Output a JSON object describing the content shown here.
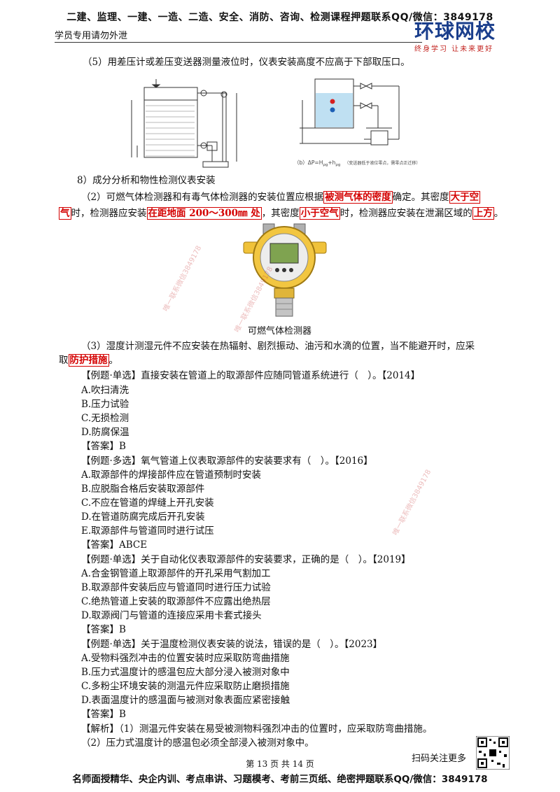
{
  "header": {
    "top_banner": "二建、监理、一建、一造、二造、安全、消防、咨询、检测课程押题联系QQ/微信：3849178",
    "left_note": "学员专用请勿外泄",
    "logo_main": "环球网校",
    "logo_sub": "终身学习  让未来更好"
  },
  "content": {
    "item5": "（5）用差压计或差压变送器测量液位时，仪表安装高度不应高于下部取压口。",
    "fig_right_caption": "（b）ΔP=H",
    "fig_right_caption_sub1": "ρg",
    "fig_right_caption_mid": "+h",
    "fig_right_caption_sub2": "ρg",
    "fig_right_caption_note": "（变送器低于液位零点，需零点正迁移）",
    "section8": "8）成分分析和物性检测仪表安装",
    "item2_a": "（2）可燃气体检测器和有毒气体检测器的安装位置应根据",
    "item2_b1": "被测气体的密度",
    "item2_c": "确定。其密度",
    "item2_b2a": "大于空",
    "item2_b2b": "气",
    "item2_d": "时，检测器应安装",
    "item2_b3": "在距地面 200～300㎜ 处",
    "item2_e": "，其密度",
    "item2_b4": "小于空气",
    "item2_f": "时，检测器应安装在泄漏区域的",
    "item2_b5": "上方",
    "item2_g": "。",
    "detector_caption": "可燃气体检测器",
    "item3_a": "（3）湿度计测湿元件不应安装在热辐射、剧烈振动、油污和水滴的位置，当不能避开时，应采",
    "item3_b1": "取",
    "item3_b2": "防护措施",
    "item3_b3": "。"
  },
  "questions": [
    {
      "stem": "【例题·单选】直接安装在管道上的取源部件应随同管道系统进行（　）。【2014】",
      "options": [
        "A.吹扫清洗",
        "B.压力试验",
        "C.无损检测",
        "D.防腐保温"
      ],
      "answer": "【答案】B"
    },
    {
      "stem": "【例题·多选】氧气管道上仪表取源部件的安装要求有（　）。【2016】",
      "options": [
        "A.取源部件的焊接部件应在管道预制时安装",
        "B.应脱脂合格后安装取源部件",
        "C.不应在管道的焊缝上开孔安装",
        "D.在管道防腐完成后开孔安装",
        "E.取源部件与管道同时进行试压"
      ],
      "answer": "【答案】ABCE"
    },
    {
      "stem": "【例题·单选】关于自动化仪表取源部件的安装要求，正确的是（　）。【2019】",
      "options": [
        "A.合金钢管道上取源部件的开孔采用气割加工",
        "B.取源部件安装后应与管道同时进行压力试验",
        "C.绝热管道上安装的取源部件不应露出绝热层",
        "D.取源阀门与管道的连接应采用卡套式接头"
      ],
      "answer": "【答案】B"
    },
    {
      "stem": "【例题·单选】关于温度检测仪表安装的说法，错误的是（　）。【2023】",
      "options": [
        "A.受物料强烈冲击的位置安装时应采取防弯曲措施",
        "B.压力式温度计的感温包应大部分浸入被测对象中",
        "C.多粉尘环境安装的测温元件应采取防止磨损措施",
        "D.表面温度计的感温面与被测对象表面应紧密接触"
      ],
      "answer": "【答案】B"
    }
  ],
  "analysis": {
    "line1": "【解析】（1）测温元件安装在易受被测物料强烈冲击的位置时，应采取防弯曲措施。",
    "line2": "（2）压力式温度计的感温包必须全部浸入被测对象中。"
  },
  "footer": {
    "page": "第 13 页 共 14 页",
    "qr_label": "扫码关注更多",
    "banner": "名师面授精华、央企内训、考点串讲、习题模考、考前三页纸、绝密押题联系QQ/微信：3849178"
  },
  "watermarks": [
    "唯一联系微信3849178",
    "唯一联系微信3849178",
    "唯一联系微信3849178"
  ],
  "colors": {
    "highlight": "#d40000",
    "logo_blue": "#1a3e8c",
    "logo_red": "#c2211d"
  }
}
